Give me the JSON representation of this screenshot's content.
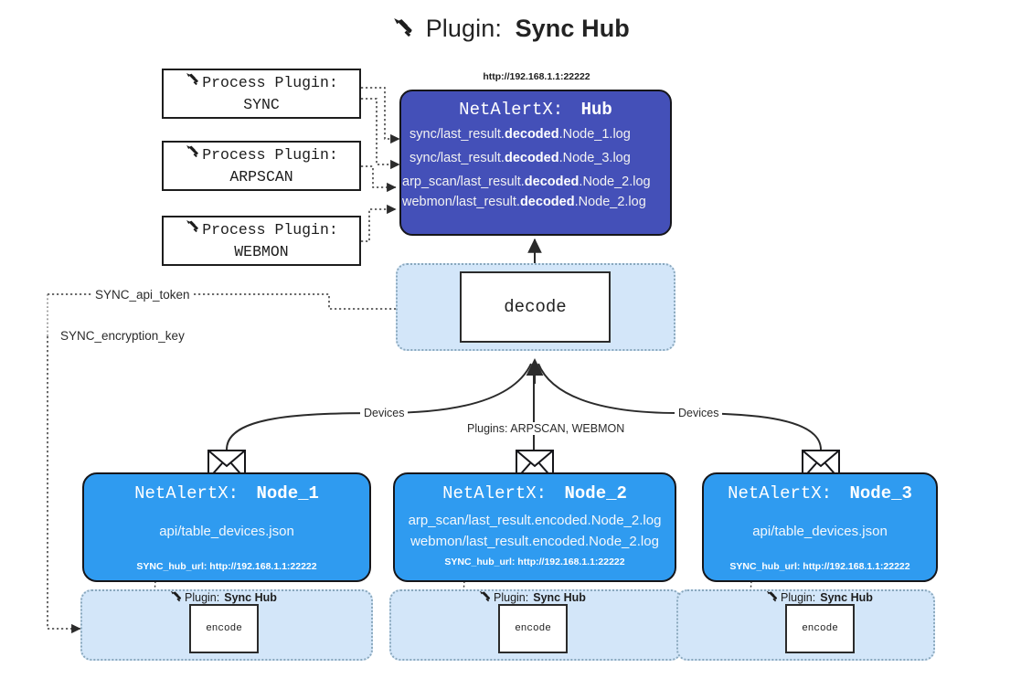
{
  "title": {
    "icon": "plug-icon",
    "prefix": "Plugin:",
    "name": "Sync Hub"
  },
  "process_plugins": [
    {
      "icon": "plug-icon",
      "line1": "Process Plugin:",
      "line2": "SYNC"
    },
    {
      "icon": "plug-icon",
      "line1": "Process Plugin:",
      "line2": "ARPSCAN"
    },
    {
      "icon": "plug-icon",
      "line1": "Process Plugin:",
      "line2": "WEBMON"
    }
  ],
  "hub": {
    "url": "http://192.168.1.1:22222",
    "title_prefix": "NetAlertX:",
    "title_name": "Hub",
    "lines": [
      {
        "pre": "sync/last_result.",
        "mid": "decoded",
        "post": ".Node_1.log"
      },
      {
        "pre": "sync/last_result.",
        "mid": "decoded",
        "post": ".Node_3.log"
      },
      {
        "pre": "arp_scan/last_result.",
        "mid": "decoded",
        "post": ".Node_2.log"
      },
      {
        "pre": "webmon/last_result.",
        "mid": "decoded",
        "post": ".Node_2.log"
      }
    ]
  },
  "decode": {
    "label": "decode"
  },
  "tokens": {
    "api_token": "SYNC_api_token",
    "encryption_key": "SYNC_encryption_key"
  },
  "edge_labels": {
    "devices_left": "Devices",
    "devices_right": "Devices",
    "plugins_center": "Plugins: ARPSCAN, WEBMON"
  },
  "nodes": [
    {
      "title_prefix": "NetAlertX:",
      "title_name": "Node_1",
      "lines": [
        "api/table_devices.json"
      ],
      "footer": "SYNC_hub_url: http://192.168.1.1:22222",
      "mail_icon": "envelope-icon"
    },
    {
      "title_prefix": "NetAlertX:",
      "title_name": "Node_2",
      "lines": [
        "arp_scan/last_result.encoded.Node_2.log",
        "webmon/last_result.encoded.Node_2.log"
      ],
      "footer": "SYNC_hub_url: http://192.168.1.1:22222",
      "mail_icon": "envelope-icon"
    },
    {
      "title_prefix": "NetAlertX:",
      "title_name": "Node_3",
      "lines": [
        "api/table_devices.json"
      ],
      "footer": "SYNC_hub_url: http://192.168.1.1:22222",
      "mail_icon": "envelope-icon"
    }
  ],
  "encoders": [
    {
      "plugin_prefix": "Plugin:",
      "plugin_name": "Sync Hub",
      "label": "encode",
      "icon": "plug-icon"
    },
    {
      "plugin_prefix": "Plugin:",
      "plugin_name": "Sync Hub",
      "label": "encode",
      "icon": "plug-icon"
    },
    {
      "plugin_prefix": "Plugin:",
      "plugin_name": "Sync Hub",
      "label": "encode",
      "icon": "plug-icon"
    }
  ],
  "colors": {
    "hub_fill": "#4450b8",
    "node_fill": "#2f9bf0",
    "container_fill": "#d3e6f9",
    "container_border": "#8aa8bd",
    "stroke": "#16161a"
  }
}
